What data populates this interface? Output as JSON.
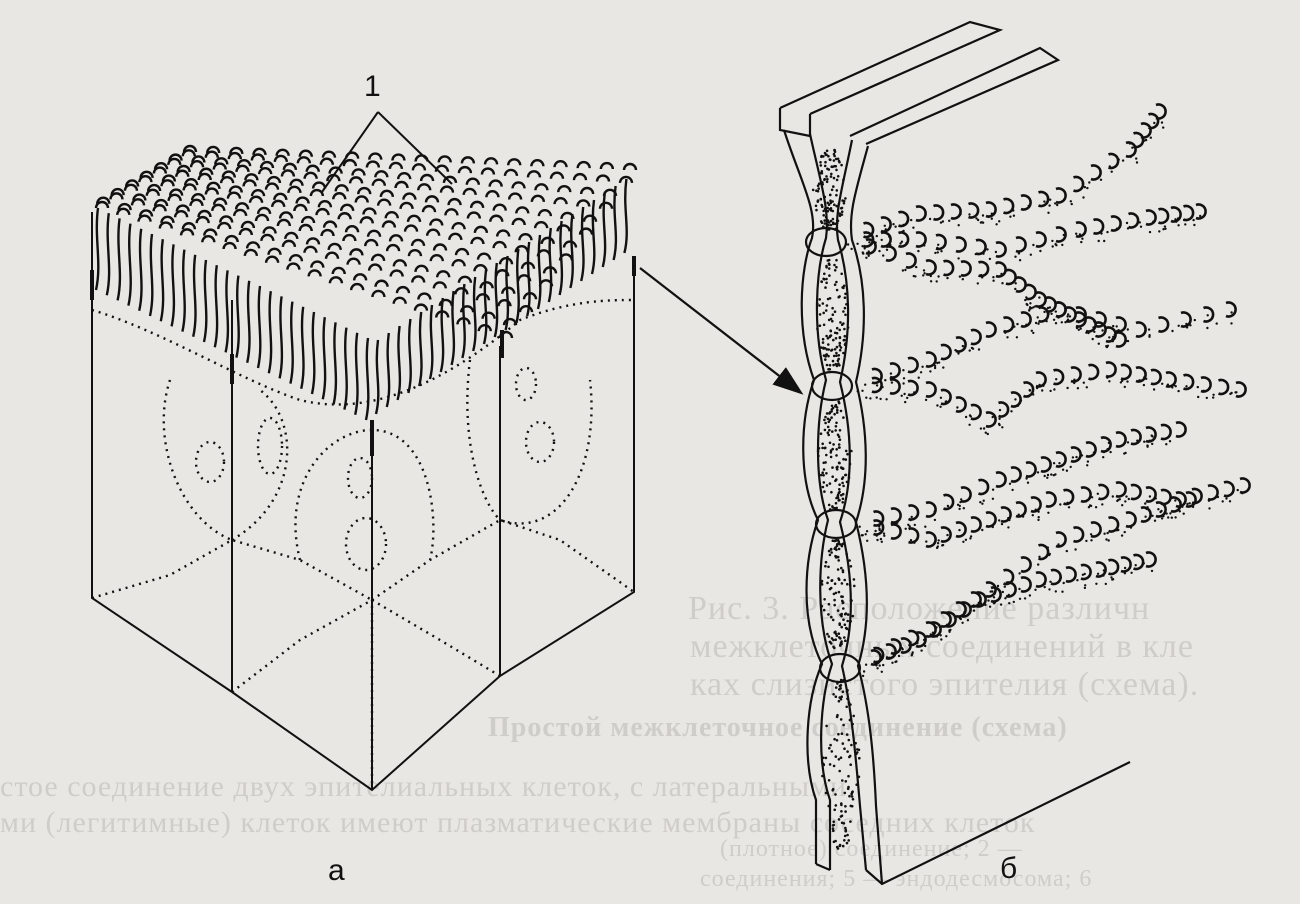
{
  "figure": {
    "label_number": "1",
    "panel_a": "а",
    "panel_b": "б"
  },
  "background_print": {
    "title": "Простой межклеточное соединение (схема)",
    "body_line_1": "стое соединение двух эпителиальных клеток, с латеральными",
    "body_line_2": "ми (легитимные) клеток имеют плазматические мембраны соседних клеток",
    "body_line_3": "",
    "caption_line_1": "Рис. 3. Расположение различн",
    "caption_line_2": "межклеточных соединений в кле",
    "caption_line_3": "ках слизистого эпителия (схема).",
    "footer_line_1": "(плотное) соединение; 2 —",
    "footer_line_2": "соединения; 5 — эндодесмосома; 6"
  },
  "colors": {
    "ink": "#111111",
    "paper": "#e9e7e3",
    "ghost": "#cfcdc9"
  }
}
